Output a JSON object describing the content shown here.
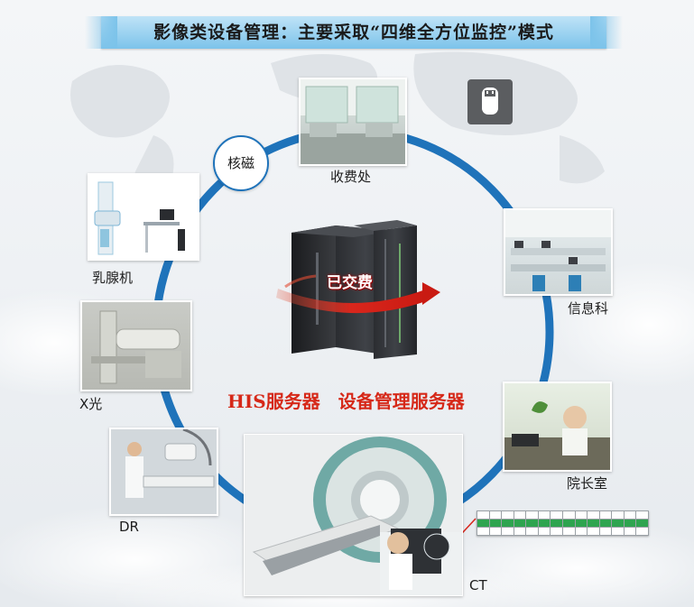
{
  "title": "影像类设备管理：主要采取“四维全方位监控”模式",
  "nodes": {
    "fee_office": "收费处",
    "mri": "核磁",
    "mammography": "乳腺机",
    "info_dept": "信息科",
    "xray": "X光",
    "dean_office": "院长室",
    "dr": "DR",
    "ct": "CT"
  },
  "center": {
    "stamp": "已交费",
    "servers": "HIS服务器　设备管理服务器"
  },
  "colors": {
    "ring": "#1f73ba",
    "server_text": "#d62818",
    "arrow": "#d9261c"
  },
  "icons": {
    "usb": "usb-drive-icon"
  }
}
